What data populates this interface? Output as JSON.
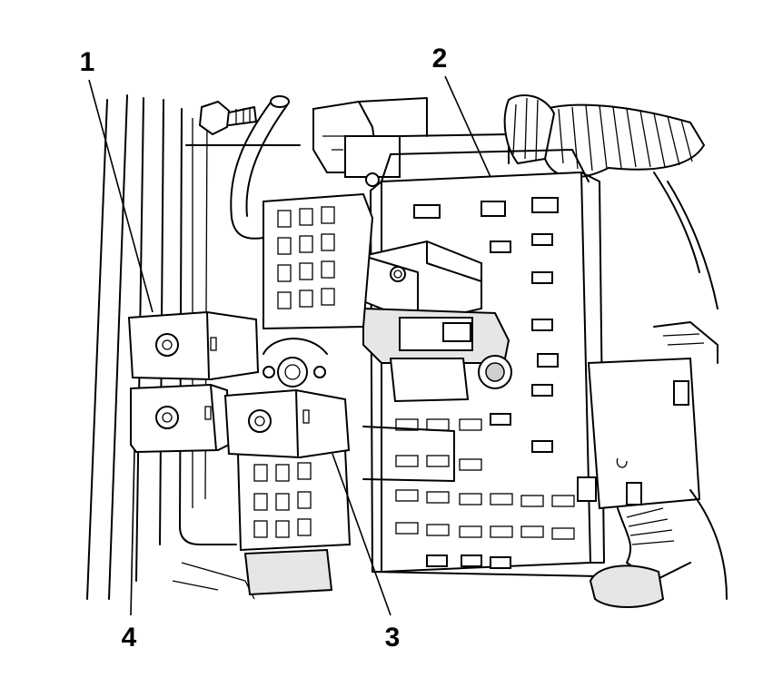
{
  "callouts": [
    {
      "id": "1",
      "label": "1"
    },
    {
      "id": "2",
      "label": "2"
    },
    {
      "id": "3",
      "label": "3"
    },
    {
      "id": "4",
      "label": "4"
    }
  ],
  "colors": {
    "line": "#000000",
    "background": "#ffffff",
    "shade": "#e6e6e6"
  }
}
